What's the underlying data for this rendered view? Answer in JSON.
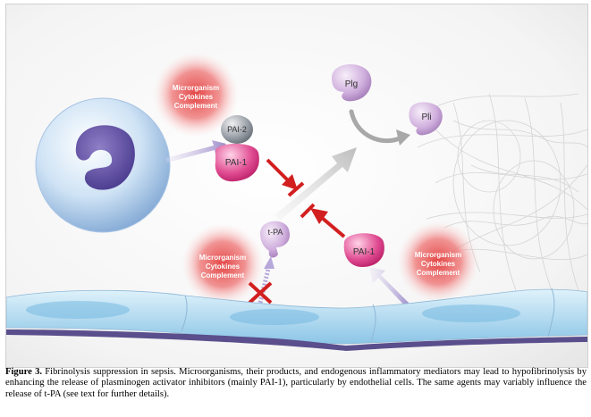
{
  "diagram": {
    "stimulus_groups": [
      {
        "lines": [
          "Microrganism",
          "Cytokines",
          "Complement"
        ]
      },
      {
        "lines": [
          "Microrganism",
          "Cytokines",
          "Complement"
        ]
      },
      {
        "lines": [
          "Microrganism",
          "Cytokines",
          "Complement"
        ]
      }
    ],
    "nodes": {
      "pai2": "PAI-2",
      "pai1_top": "PAI-1",
      "pai1_right": "PAI-1",
      "tpa": "t-PA",
      "plg": "Plg",
      "pli": "Pli"
    },
    "colors": {
      "pai1_pink": "#d6307a",
      "pai2_gray": "#8a8f96",
      "stimulus_red": "#e23a3a",
      "inhibit_red": "#d21f1f",
      "endothelium": "#a9d7ef",
      "membrane": "#5a4f8c",
      "plasminogen_lilac": "#c9a6d6"
    }
  },
  "caption": {
    "label": "Figure 3.",
    "text": " Fibrinolysis suppression in sepsis. Microorganisms, their products, and endogenous inflammatory mediators may lead to hypofibrinolysis by enhancing the release of plasminogen activator  inhibitors (mainly PAI-1), particularly by endothelial cells. The same agents may variably influence the release of t-PA (see text for further details)."
  }
}
